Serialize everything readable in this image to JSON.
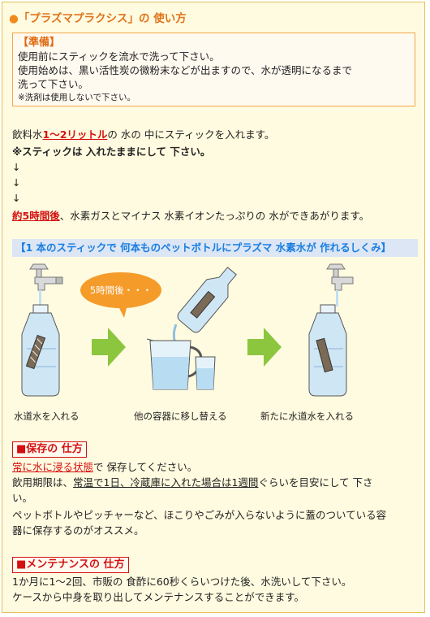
{
  "title": {
    "bullet": "●",
    "text": "「プラズマプラクシス」の 使い方"
  },
  "prep": {
    "heading": "【準備】",
    "line1": "使用前にスティックを流水で洗って下さい。",
    "line2": "使用始めは、黒い活性炭の微粉末などが出ますので、水が透明になるまで",
    "line3": "洗って下さい。",
    "note": "※洗剤は使用しないで下さい。"
  },
  "steps": {
    "s1_pre": "飲料水",
    "s1_amount": "1～2リットル",
    "s1_post": "の 水の 中にスティックを入れます。",
    "s2": "※スティックは 入れたままにして 下さい。",
    "arrow": "↓",
    "s3_time": "約5時間後",
    "s3_post": "、水素ガスとマイナス 水素イオンたっぷりの 水ができあがります。"
  },
  "mechanism": {
    "heading": "【1 本のスティックで 何本ものペットボトルにプラズマ 水素水が 作れるしくみ】",
    "bubble": "5時間後・・・",
    "captions": [
      "水道水を入れる",
      "他の容器に移し替える",
      "新たに水道水を入れる"
    ]
  },
  "storage": {
    "heading": "■保存の 仕方",
    "line1_ul": "常に水に浸る状態",
    "line1_post": "で 保存してください。",
    "line2_pre": "飲用期限は、",
    "line2_ul": "常温で1日、冷蔵庫に入れた場合は1週間",
    "line2_post": "ぐらいを目安にして 下さ",
    "line3": "い。",
    "line4": "ペットボトルやピッチャーなど、ほこりやごみが入らないように蓋のついている容",
    "line5": "器に保存するのがオススメ。"
  },
  "maintenance": {
    "heading": "■メンテナンスの 仕方",
    "line1": "1か月に1～2回、市販の 食酢に60秒くらいつけた後、水洗いして下さい。",
    "line2": "ケースから中身を取り出してメンテナンスすることができます。"
  },
  "colors": {
    "accent_orange": "#e0731a",
    "red": "#d41010",
    "blue": "#1a7ee0",
    "arrow_green": "#8cc63f",
    "bubble_orange": "#f59b2a"
  }
}
